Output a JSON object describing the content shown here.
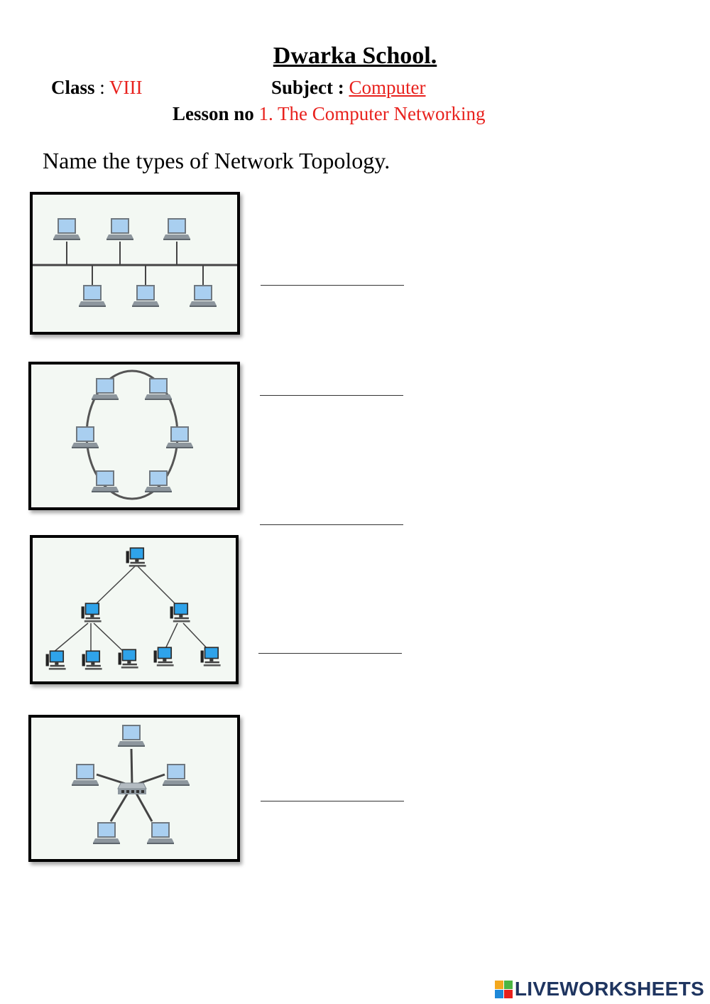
{
  "header": {
    "school": "Dwarka School.",
    "class_label": "Class",
    "class_sep": ":",
    "class_value": "VIII",
    "subject_label": "Subject :",
    "subject_value": "Computer",
    "lesson_label": "Lesson no",
    "lesson_value": "1. The Computer Networking"
  },
  "question": "Name the types of Network Topology.",
  "diagrams": [
    {
      "topology": "bus"
    },
    {
      "topology": "ring"
    },
    {
      "topology": "tree"
    },
    {
      "topology": "star"
    }
  ],
  "answers": [
    "",
    "",
    "",
    "",
    ""
  ],
  "footer": {
    "brand": "LIVEWORKSHEETS"
  },
  "colors": {
    "accent_red": "#e8211d",
    "panel_bg": "#f3f8f3",
    "monitor_blue": "#a9cff0",
    "brand_navy": "#1f3560"
  }
}
